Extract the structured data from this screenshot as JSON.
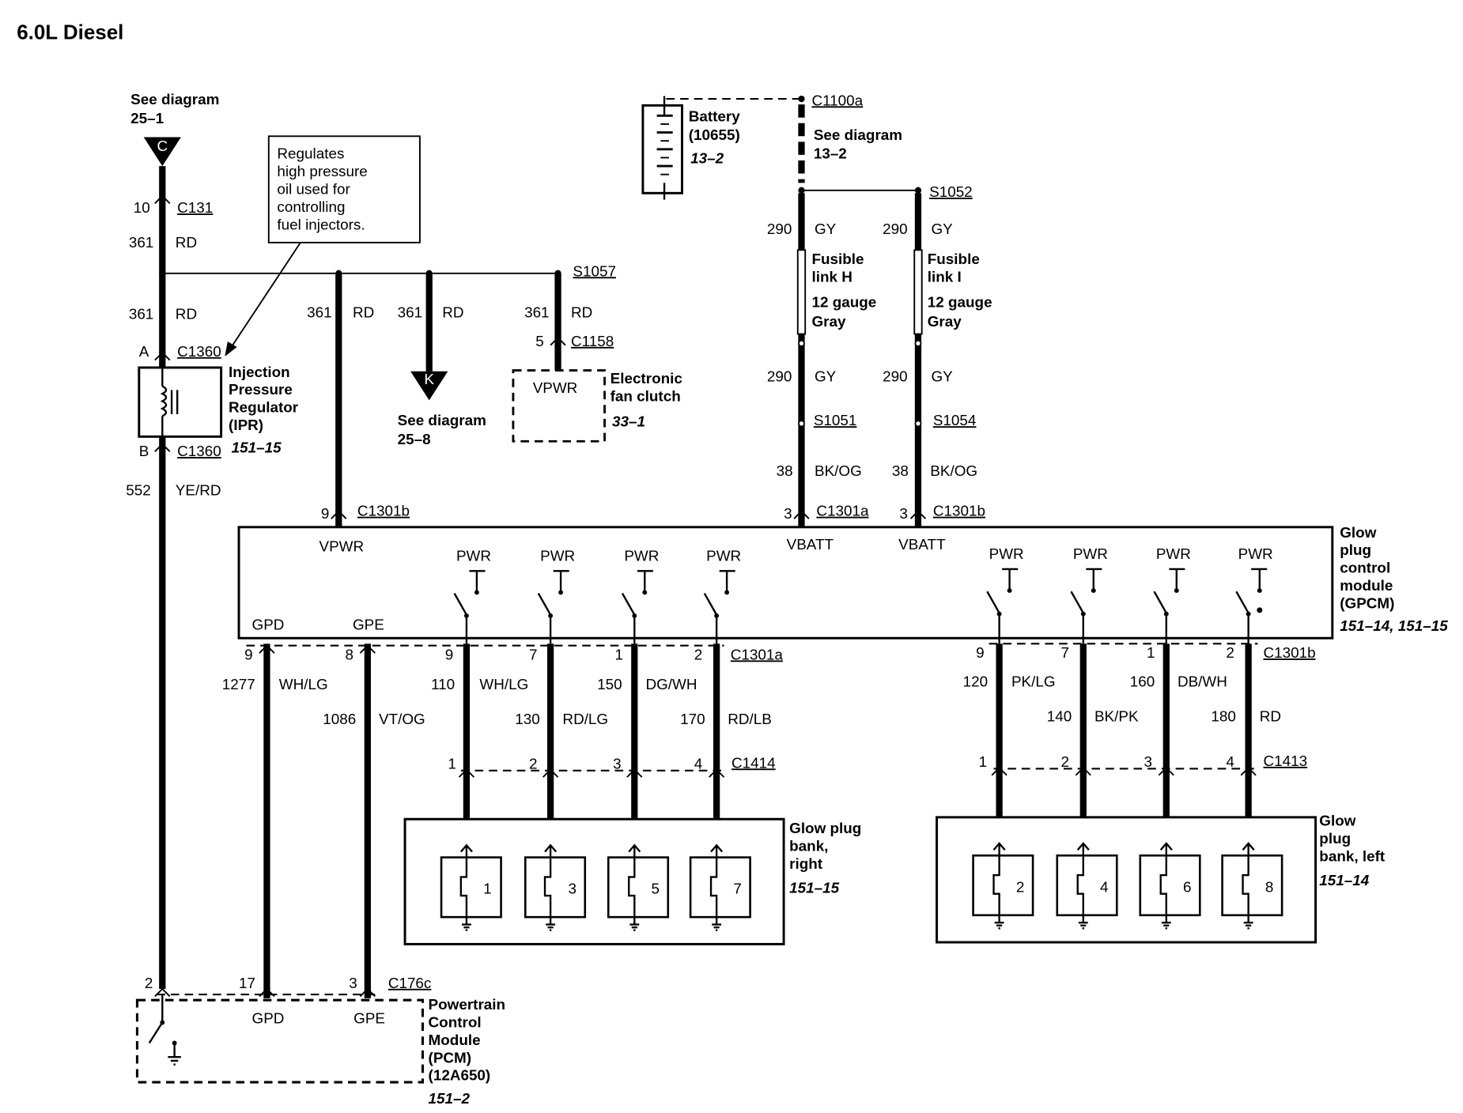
{
  "title": "6.0L Diesel",
  "ref_c": {
    "text1": "See diagram",
    "text2": "25–1",
    "letter": "C"
  },
  "ref_k": {
    "text1": "See diagram",
    "text2": "25–8",
    "letter": "K"
  },
  "ref_13_2": {
    "text1": "See diagram",
    "text2": "13–2"
  },
  "note": [
    "Regulates",
    "high pressure",
    "oil used for",
    "controlling",
    "fuel injectors."
  ],
  "battery": {
    "line1": "Battery",
    "line2": "(10655)",
    "ref": "13–2"
  },
  "ipr": {
    "line1": "Injection",
    "line2": "Pressure",
    "line3": "Regulator",
    "line4": "(IPR)",
    "ref": "151–15"
  },
  "fan_clutch": {
    "label": "VPWR",
    "line1": "Electronic",
    "line2": "fan clutch",
    "ref": "33–1"
  },
  "fusible_h": {
    "line1": "Fusible",
    "line2": "link H",
    "line3": "12 gauge",
    "line4": "Gray"
  },
  "fusible_i": {
    "line1": "Fusible",
    "line2": "link I",
    "line3": "12 gauge",
    "line4": "Gray"
  },
  "gpcm": {
    "line1": "Glow",
    "line2": "plug",
    "line3": "control",
    "line4": "module",
    "line5": "(GPCM)",
    "ref": "151–14, 151–15",
    "vpwr": "VPWR",
    "vbatt": "VBATT",
    "gpd": "GPD",
    "gpe": "GPE",
    "pwr": "PWR"
  },
  "bank_right": {
    "line1": "Glow plug",
    "line2": "bank,",
    "line3": "right",
    "ref": "151–15",
    "plugs": [
      "1",
      "3",
      "5",
      "7"
    ]
  },
  "bank_left": {
    "line1": "Glow",
    "line2": "plug",
    "line3": "bank, left",
    "ref": "151–14",
    "plugs": [
      "2",
      "4",
      "6",
      "8"
    ]
  },
  "pcm": {
    "line1": "Powertrain",
    "line2": "Control",
    "line3": "Module",
    "line4": "(PCM)",
    "line5": "(12A650)",
    "ref": "151–2",
    "gpd": "GPD",
    "gpe": "GPE"
  },
  "connectors": {
    "c131": "C131",
    "c1360": "C1360",
    "c1301b": "C1301b",
    "c1301a": "C1301a",
    "c1100a": "C1100a",
    "c1158": "C1158",
    "c1414": "C1414",
    "c1413": "C1413",
    "c176c": "C176c"
  },
  "splices": {
    "s1057": "S1057",
    "s1052": "S1052",
    "s1051": "S1051",
    "s1054": "S1054"
  },
  "pins": {
    "p10": "10",
    "p5": "5",
    "pA": "A",
    "pB": "B",
    "p9": "9",
    "p3": "3",
    "p8": "8",
    "p7": "7",
    "p1": "1",
    "p2": "2",
    "p4": "4",
    "p17": "17"
  },
  "circuits": {
    "c361": "361",
    "rd": "RD",
    "c552": "552",
    "yerd": "YE/RD",
    "c290": "290",
    "gy": "GY",
    "c38": "38",
    "bkog": "BK/OG",
    "c1277": "1277",
    "whlg": "WH/LG",
    "c1086": "1086",
    "vtog": "VT/OG",
    "c110": "110",
    "c130": "130",
    "rdlg": "RD/LG",
    "c150": "150",
    "dgwh": "DG/WH",
    "c170": "170",
    "rdlb": "RD/LB",
    "c120": "120",
    "pklg": "PK/LG",
    "c140": "140",
    "bkpk": "BK/PK",
    "c160": "160",
    "dbwh": "DB/WH",
    "c180": "180"
  }
}
